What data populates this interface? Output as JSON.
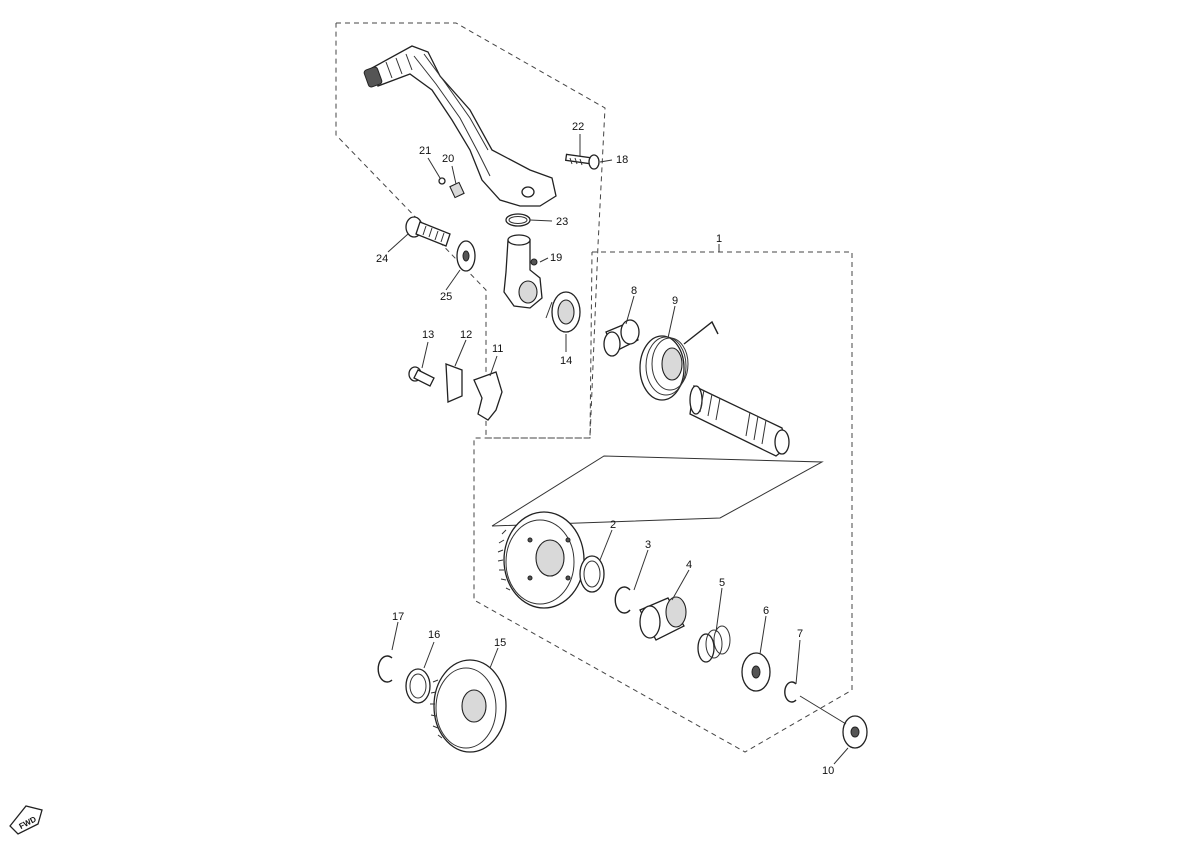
{
  "callouts": [
    {
      "id": "c1",
      "label": "1"
    },
    {
      "id": "c2",
      "label": "2"
    },
    {
      "id": "c3",
      "label": "3"
    },
    {
      "id": "c4",
      "label": "4"
    },
    {
      "id": "c5",
      "label": "5"
    },
    {
      "id": "c6",
      "label": "6"
    },
    {
      "id": "c7",
      "label": "7"
    },
    {
      "id": "c8",
      "label": "8"
    },
    {
      "id": "c9",
      "label": "9"
    },
    {
      "id": "c10",
      "label": "10"
    },
    {
      "id": "c11",
      "label": "11"
    },
    {
      "id": "c12",
      "label": "12"
    },
    {
      "id": "c13",
      "label": "13"
    },
    {
      "id": "c14",
      "label": "14"
    },
    {
      "id": "c15",
      "label": "15"
    },
    {
      "id": "c16",
      "label": "16"
    },
    {
      "id": "c17",
      "label": "17"
    },
    {
      "id": "c18",
      "label": "18"
    },
    {
      "id": "c19",
      "label": "19"
    },
    {
      "id": "c20",
      "label": "20"
    },
    {
      "id": "c21",
      "label": "21"
    },
    {
      "id": "c22",
      "label": "22"
    },
    {
      "id": "c23",
      "label": "23"
    },
    {
      "id": "c24",
      "label": "24"
    },
    {
      "id": "c25",
      "label": "25"
    }
  ],
  "fwd_badge": "FWD"
}
